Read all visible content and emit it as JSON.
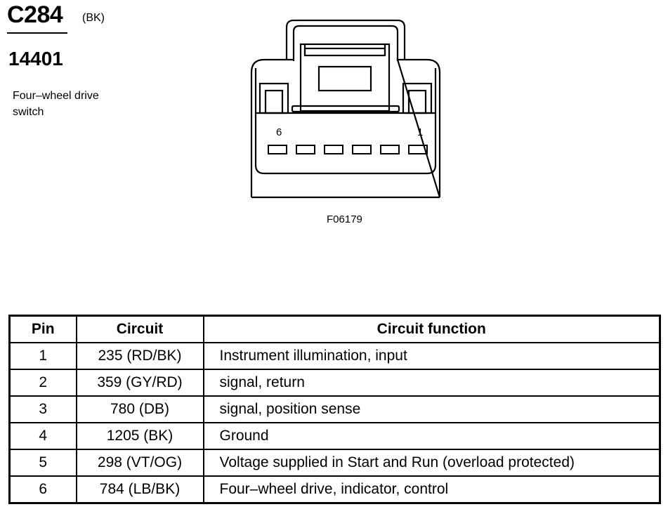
{
  "header": {
    "connector_id": "C284",
    "connector_color": "(BK)",
    "part_number": "14401",
    "component_description": "Four–wheel drive switch"
  },
  "diagram": {
    "pin_left_label": "6",
    "pin_right_label": "1",
    "figure_id": "F06179"
  },
  "table": {
    "headers": [
      "Pin",
      "Circuit",
      "Circuit function"
    ],
    "rows": [
      {
        "pin": "1",
        "circuit": "235 (RD/BK)",
        "function": "Instrument illumination, input"
      },
      {
        "pin": "2",
        "circuit": "359 (GY/RD)",
        "function": "signal, return"
      },
      {
        "pin": "3",
        "circuit": "780 (DB)",
        "function": "signal, position sense"
      },
      {
        "pin": "4",
        "circuit": "1205 (BK)",
        "function": "Ground"
      },
      {
        "pin": "5",
        "circuit": "298 (VT/OG)",
        "function": "Voltage supplied in Start and Run (overload protected)"
      },
      {
        "pin": "6",
        "circuit": "784 (LB/BK)",
        "function": "Four–wheel drive, indicator, control"
      }
    ]
  }
}
